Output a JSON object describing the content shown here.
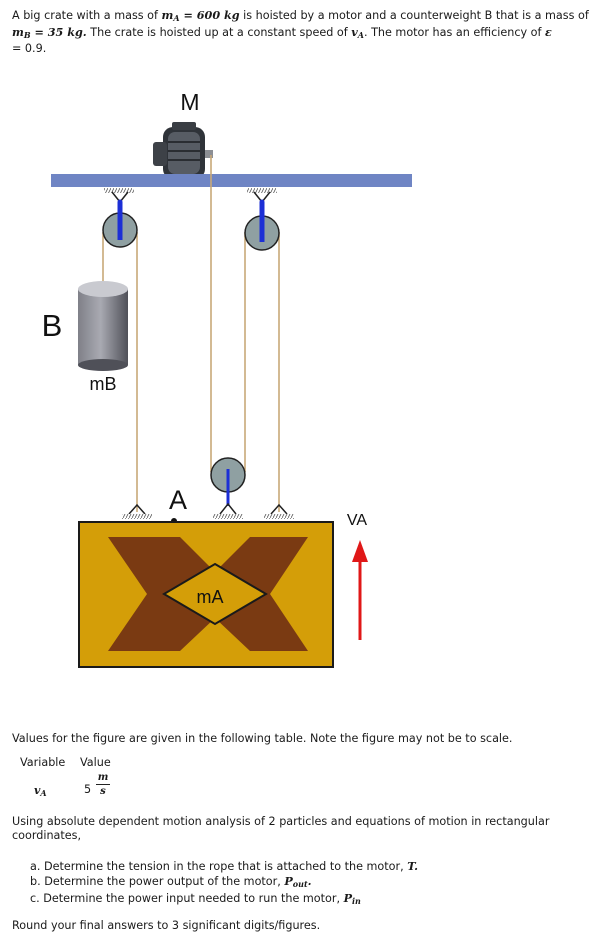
{
  "problem": {
    "intro_1": "A big crate with a mass of ",
    "mA_sym": "m",
    "mA_sub": "A",
    "mA_val": " = 600 kg",
    "intro_2": " is hoisted by a motor and a counterweight B that is a mass of ",
    "mB_sym": "m",
    "mB_sub": "B",
    "mB_val": " = 35 kg.",
    "intro_3": " The crate is hoisted up at a constant speed of ",
    "vA_sym": "v",
    "vA_sub": "A",
    "intro_4": ". The motor has an efficiency of ",
    "eps_sym": "ε",
    "eps_val": "= 0.9."
  },
  "figure": {
    "motor_label": "M",
    "counterweight_label": "B",
    "counterweight_mass_label": "mB",
    "point_label": "A",
    "crate_mass_label": "mA",
    "velocity_label": "VA",
    "colors": {
      "ceiling": "#6f85c4",
      "crate_fill": "#d49e08",
      "crate_x": "#7a3a12",
      "arrow": "#e01818",
      "pulley": "#8fa0a2",
      "axle": "#1c2fd6",
      "rope": "#c8a878"
    }
  },
  "values_note": "Values for the figure are given in the following table. Note the figure may not be to scale.",
  "table": {
    "header_variable": "Variable",
    "header_value": "Value",
    "var_sym": "v",
    "var_sub": "A",
    "value_num": "5",
    "unit_num": "m",
    "unit_den": "s"
  },
  "instruction": "Using absolute dependent motion analysis of 2 particles and equations of motion in rectangular coordinates,",
  "questions": {
    "a": "a. Determine the tension in the rope that is attached to the motor, ",
    "a_sym": "T.",
    "b": "b. Determine the power output of the motor, ",
    "b_sym": "P",
    "b_sub": "out",
    "c": "c. Determine the power input needed to run the motor, ",
    "c_sym": "P",
    "c_sub": "in"
  },
  "rounding": "Round your final answers to 3 significant digits/figures."
}
